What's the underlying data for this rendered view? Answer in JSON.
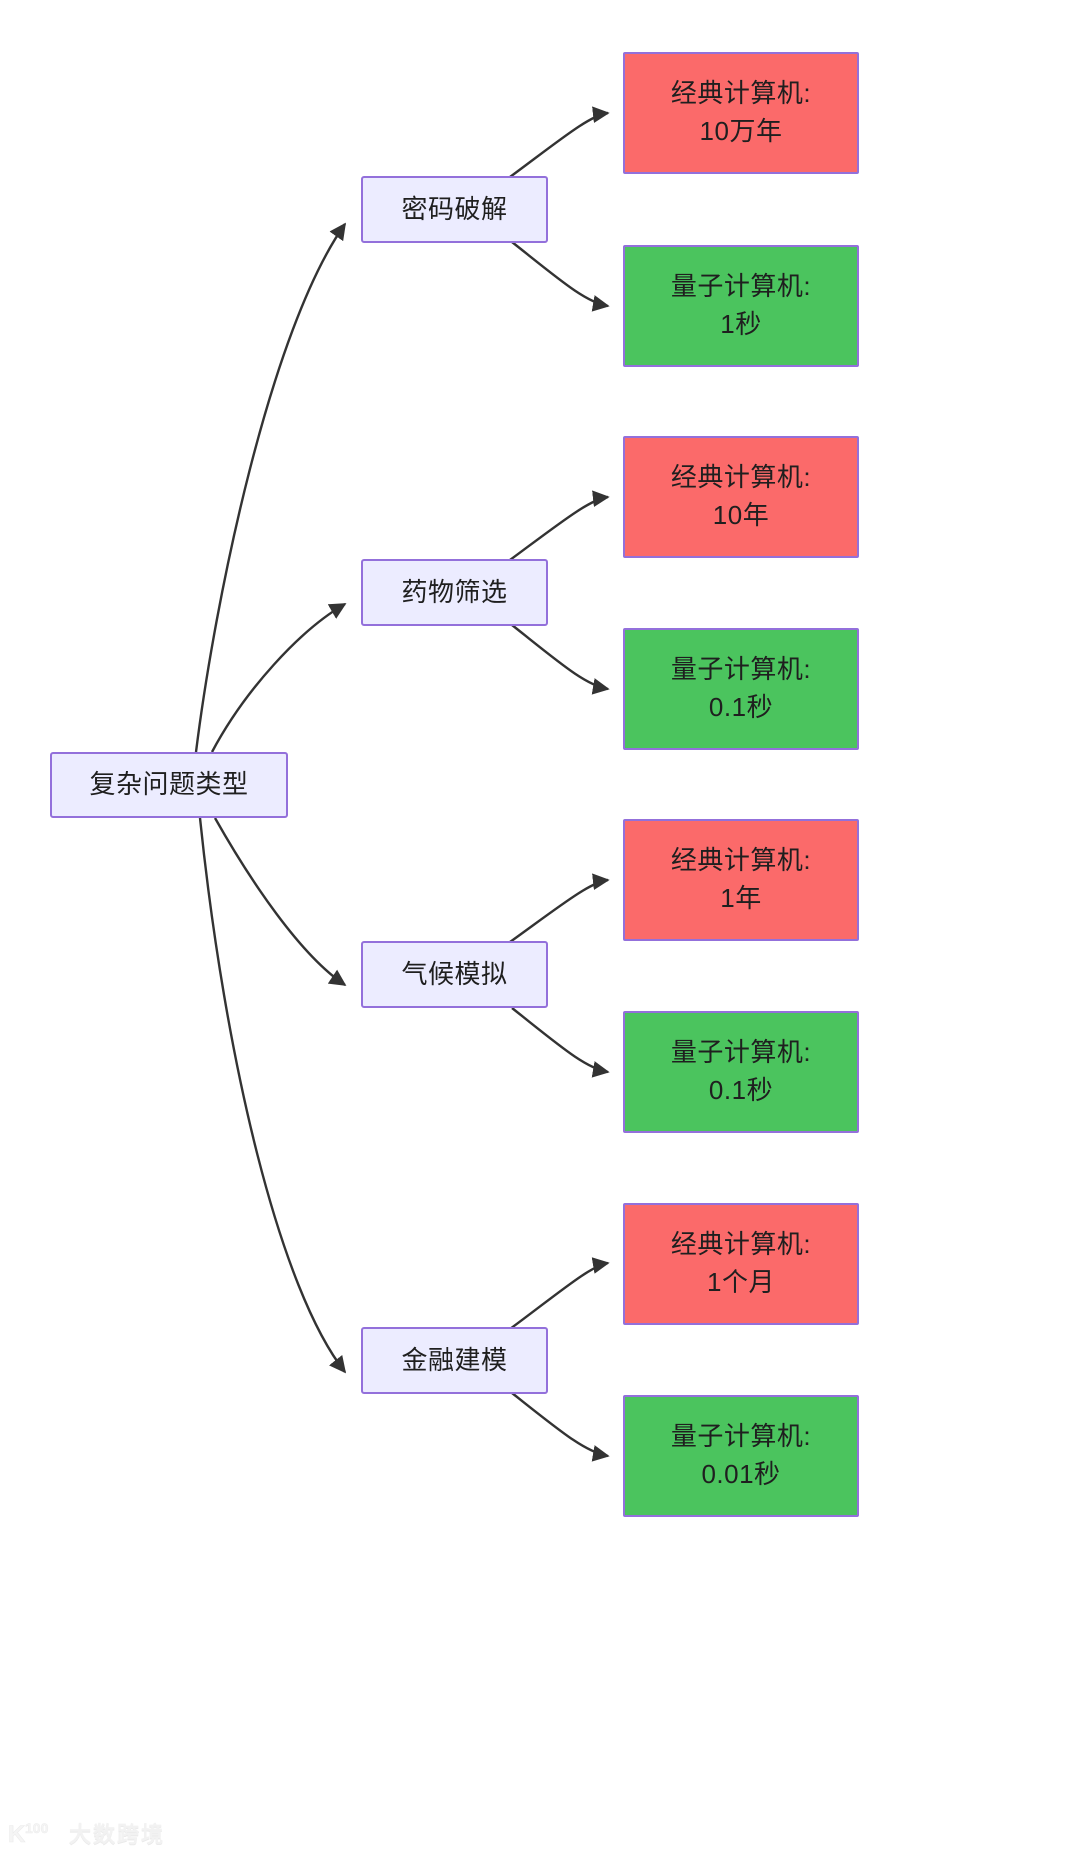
{
  "diagram": {
    "type": "flowchart",
    "direction": "left-to-right",
    "background_color": "#ffffff",
    "root": {
      "id": "root",
      "label": "复杂问题类型",
      "fill": "#ececff",
      "stroke": "#9370db"
    },
    "branches": [
      {
        "id": "branch-1",
        "label": "密码破解",
        "fill": "#ececff",
        "stroke": "#9370db",
        "results": [
          {
            "id": "branch-1-classic",
            "kind": "classic",
            "title": "经典计算机:",
            "value": "10万年",
            "fill": "#fb6a6a",
            "stroke": "#9370db"
          },
          {
            "id": "branch-1-quantum",
            "kind": "quantum",
            "title": "量子计算机:",
            "value": "1秒",
            "fill": "#4bc45e",
            "stroke": "#9370db"
          }
        ]
      },
      {
        "id": "branch-2",
        "label": "药物筛选",
        "fill": "#ececff",
        "stroke": "#9370db",
        "results": [
          {
            "id": "branch-2-classic",
            "kind": "classic",
            "title": "经典计算机:",
            "value": "10年",
            "fill": "#fb6a6a",
            "stroke": "#9370db"
          },
          {
            "id": "branch-2-quantum",
            "kind": "quantum",
            "title": "量子计算机:",
            "value": "0.1秒",
            "fill": "#4bc45e",
            "stroke": "#9370db"
          }
        ]
      },
      {
        "id": "branch-3",
        "label": "气候模拟",
        "fill": "#ececff",
        "stroke": "#9370db",
        "results": [
          {
            "id": "branch-3-classic",
            "kind": "classic",
            "title": "经典计算机:",
            "value": "1年",
            "fill": "#fb6a6a",
            "stroke": "#9370db"
          },
          {
            "id": "branch-3-quantum",
            "kind": "quantum",
            "title": "量子计算机:",
            "value": "0.1秒",
            "fill": "#4bc45e",
            "stroke": "#9370db"
          }
        ]
      },
      {
        "id": "branch-4",
        "label": "金融建模",
        "fill": "#ececff",
        "stroke": "#9370db",
        "results": [
          {
            "id": "branch-4-classic",
            "kind": "classic",
            "title": "经典计算机:",
            "value": "1个月",
            "fill": "#fb6a6a",
            "stroke": "#9370db"
          },
          {
            "id": "branch-4-quantum",
            "kind": "quantum",
            "title": "量子计算机:",
            "value": "0.01秒",
            "fill": "#4bc45e",
            "stroke": "#9370db"
          }
        ]
      }
    ],
    "edge_color": "#333333"
  },
  "watermark": {
    "logo_text": "K100",
    "text": "大数跨境"
  }
}
